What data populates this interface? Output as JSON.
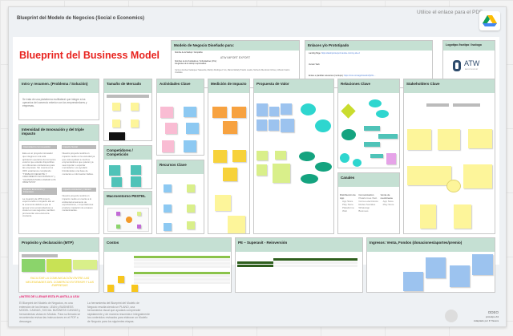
{
  "header": {
    "board_title": "Blueprint del Modelo de Negocios (Social o Economics)",
    "pdf_hint": "Utilice el enlace para el PDF",
    "drive_icon": "google-drive-icon"
  },
  "main_title": "Blueprint del Business Model",
  "colors": {
    "title_red": "#e8231f",
    "header_green": "#c5e0d3",
    "warning_pink": "#e8256f"
  },
  "designed_for": {
    "title": "Modelo de Negocio Diseñado para:",
    "company_label": "Nombre de la Startup / Compañía:",
    "company": "ATW IMPORT EXPORT",
    "founders_label": "Nombres de los Fundadores / Cofundadores (CVs):",
    "team_label": "Integrantes de la startup responsables:",
    "members": "Carmen Andrea Velasquez Saavedra, Marilyn Rodriguez Vvs, María Nathaly Proaño Loaiza, Norberto Mendoza Ochoa y Alfredo Castro Izcaldala"
  },
  "links": {
    "title": "Enlaces y/o Prototipado",
    "landing_label": "Landing Page:",
    "landing": "https://atwimportexport.wixsite.com/my-site-2",
    "demo_label": "Version Web:",
    "prototype_label": "Enlace a plantillas relevantes (mockups):",
    "prototype": "https://miro.com/app/board/uXjVOL..."
  },
  "logo": {
    "title": "Logotipo /Isotipo / Isologo",
    "text": "ATW",
    "sub": "IMPORT EXPORT"
  },
  "intro": {
    "title": "Intro y resumen. (Problema / Solución)",
    "text": "Se trata de una plataforma multilateral que integre a los operarios del comercio exterior con los emprendedores y empresas."
  },
  "intensity": {
    "title": "Intensidad de Innovación y del triple impacto",
    "sections": [
      {
        "label": "Intensidad de la innovación",
        "text": "Este es un proyecto innovador que integra en una sola aplicación operarios del comercio exterior que estarán disponibles con diferentes cotizaciones para las empresas. Sin cuenta a los ODS estaríamos cumpliendo \"TRABAJO DECENTE Y CRECIMIENTO ECONÓMICO\" y \"ALIANZAS PARA LOGRAR LOS OBJETIVOS\""
      },
      {
        "label": "Impacto Social",
        "text": "Nuestro proyecto tendrá un impacto medio en la sociedad ya que esta ayudará a muchos emprendedores que quieran ya sea importar o exportar mercadería. Los ayudará brindándoles una base de contactos e información fiables."
      },
      {
        "label": "Impacto Económico y Financiero",
        "text": "La creación de ATW import - export tendrá un impacto alto en la economía debido a que al apoyar a los emprendedores a crecer en sus negocios, también promoverán una economía creciente."
      },
      {
        "label": "Impacto Ambiental y Natural",
        "text": "Nuestro proyecto tendrá un impacto medio en cuanto a lo ambiental al aumento de exportaciones, o importaciones produce migración de envases contaminantes."
      }
    ]
  },
  "market": {
    "title": "Tamaño de Mercado"
  },
  "competitors": {
    "title": "Competidores / Competición"
  },
  "pestel": {
    "title": "Macroentorno PESTEL"
  },
  "activities": {
    "title": "Actividades Clave"
  },
  "resources": {
    "title": "Recursos Clave"
  },
  "impact": {
    "title": "Medición de Impacto"
  },
  "value": {
    "title": "Propuesta de Valor"
  },
  "relations": {
    "title": "Relaciones Clave"
  },
  "channels": {
    "title": "Canales",
    "col1": "Distribución de App",
    "col1_items": [
      "App Store",
      "Play Store",
      "Plataforma Web"
    ],
    "col2": "Comunicación",
    "col2_items": [
      "Plataformas Web",
      "Correo electrónico",
      "Redes Sociales",
      "WhatsApp Business"
    ],
    "col3": "Venta de membresía",
    "col3_items": [
      "App Store",
      "Play Store"
    ]
  },
  "stakeholders": {
    "title": "Stakeholders Clave"
  },
  "purpose": {
    "title": "Propósito y declaración (MTP)",
    "mtp": "FACILITAR LA COMUNICACIÓN ENTRE LAS NECESIDADES DEL COMERCIO EXTERIOR Y LAS EMPRESAS"
  },
  "costs": {
    "title": "Costos"
  },
  "breakeven": {
    "title": "PE – Superavit - Reinversión"
  },
  "revenue": {
    "title": "Ingresos: Venta, Fondos (donaciones/aportes/premio)"
  },
  "footer": {
    "warning": "¡ANTES DE LLENAR ESTA PLANTILLA LEA!",
    "p1": "El Blueprint del Modelo de Negocios, es una extensión de los lienzos: LEAN y BUSINESS MODEL CANVAS, SOCIAL BUSINESS CANVAS y herramientas vistas en Módulo. Para su llenado se recomienda revisar las instrucciones en el PDF a descargar.",
    "p2": "La herramienta del Blueprint del Modelo de Negocio resulta siendo un PLANO, una herramienta visual que ayudará comprender rápidamente y de manera resumida e integralmente los contenidos revisados para elaborar un Modelo de Negocio para los siguientes etapas.",
    "brand": "ODEO",
    "version": "prototipo A3",
    "author": "Adaptado por P. Tavera"
  }
}
